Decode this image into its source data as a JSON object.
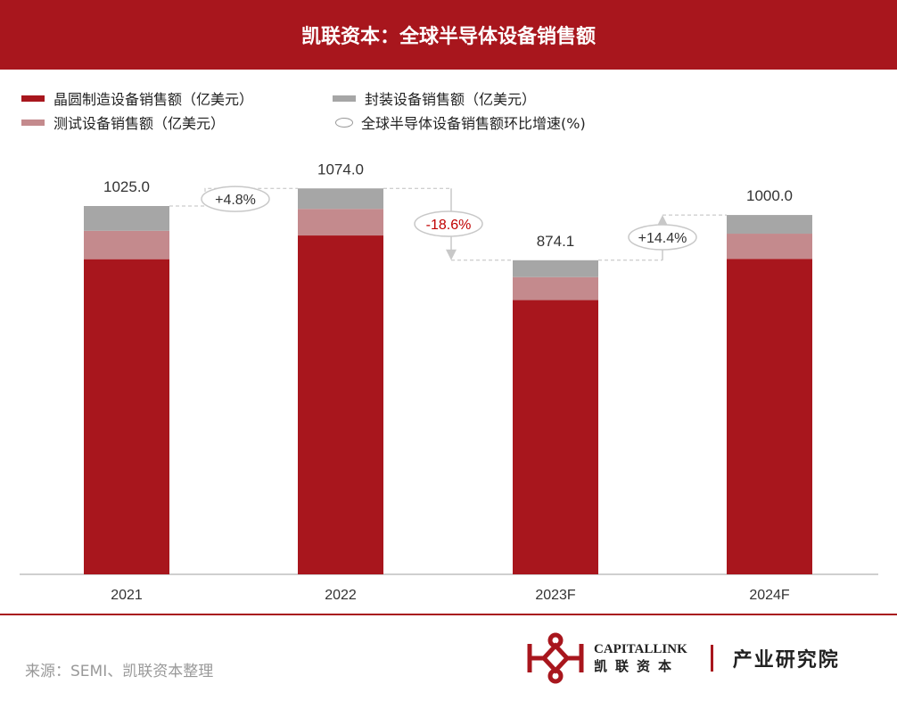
{
  "header": {
    "title": "凯联资本：全球半导体设备销售额"
  },
  "legend": [
    {
      "label": "晶圆制造设备销售额（亿美元）",
      "color": "#a8161d"
    },
    {
      "label": "封装设备销售额（亿美元）",
      "color": "#a6a6a6"
    },
    {
      "label": "测试设备销售额（亿美元）",
      "color": "#c48a8d"
    },
    {
      "label": "全球半导体设备销售额环比增速(%)"
    }
  ],
  "chart_data": {
    "type": "bar",
    "stacked": true,
    "title": "凯联资本：全球半导体设备销售额",
    "categories": [
      "2021",
      "2022",
      "2023F",
      "2024F"
    ],
    "series": [
      {
        "name": "晶圆制造设备销售额（亿美元）",
        "color": "#a8161d",
        "values": [
          877,
          943,
          763.1,
          878
        ]
      },
      {
        "name": "测试设备销售额（亿美元）",
        "color": "#c48a8d",
        "values": [
          79,
          74,
          64,
          70
        ]
      },
      {
        "name": "封装设备销售额（亿美元）",
        "color": "#a6a6a6",
        "values": [
          69,
          57,
          47,
          52
        ]
      }
    ],
    "totals": [
      "1025.0",
      "1074.0",
      "874.1",
      "1000.0"
    ],
    "growth": [
      {
        "label": "+4.8%",
        "from": 0,
        "to": 1,
        "color": "#333333"
      },
      {
        "label": "-18.6%",
        "from": 1,
        "to": 2,
        "color": "#c00000"
      },
      {
        "label": "+14.4%",
        "from": 2,
        "to": 3,
        "color": "#333333"
      }
    ],
    "ylim": [
      0,
      1100
    ],
    "grid": false,
    "legend_position": "top-left"
  },
  "footer": {
    "source": "来源：SEMI、凯联资本整理",
    "brand_en": "CAPITALLINK",
    "brand_cn": "凯联资本",
    "institute": "产业研究院"
  }
}
